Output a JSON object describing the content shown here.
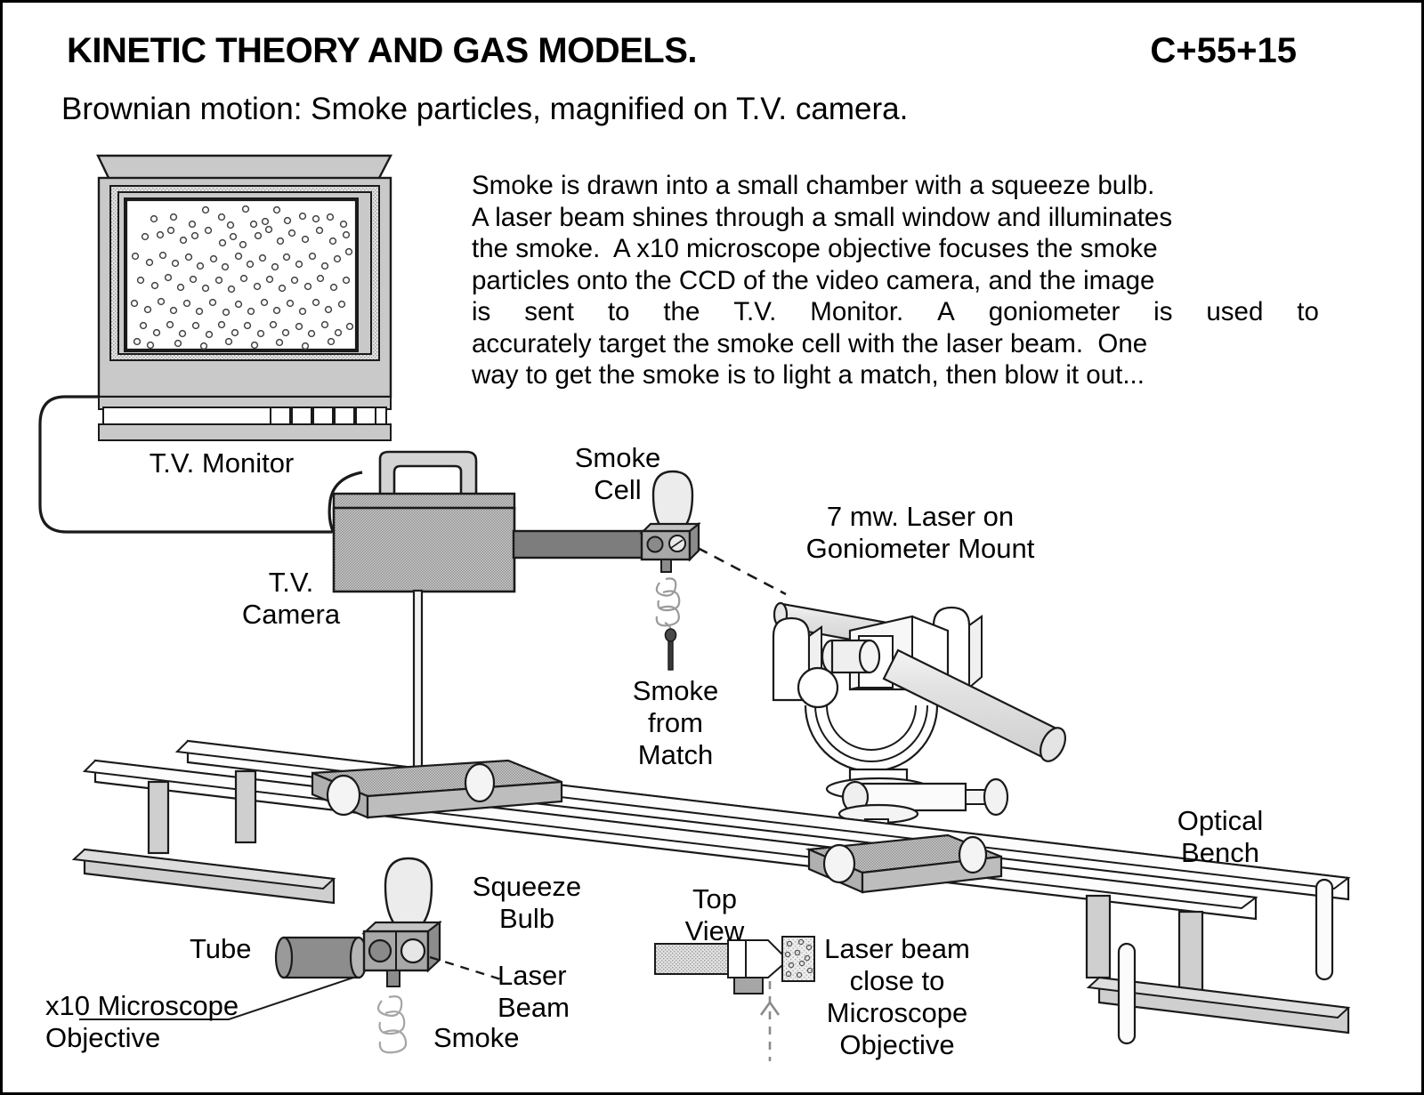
{
  "header": {
    "title": "KINETIC THEORY AND GAS MODELS.",
    "code": "C+55+15",
    "subtitle": "Brownian motion:  Smoke particles, magnified on T.V. camera."
  },
  "description": {
    "lines": [
      "Smoke is drawn into a small chamber with a squeeze bulb.",
      "A laser beam shines through a small window and illuminates",
      "the smoke.  A x10 microscope objective focuses the smoke",
      "particles onto the CCD of the video camera, and the image",
      "is sent to the T.V. Monitor.   A goniometer is used to",
      "accurately target the smoke cell with the laser beam.  One",
      "way to get the smoke is to light a match, then blow it out..."
    ],
    "justified_lines": [
      4
    ]
  },
  "labels": {
    "tv_monitor": "T.V. Monitor",
    "tv_camera": "T.V.\nCamera",
    "smoke_cell": "Smoke\nCell",
    "smoke_from_match": "Smoke\nfrom\nMatch",
    "laser_goniometer": "7 mw. Laser on\nGoniometer Mount",
    "optical_bench": "Optical\nBench",
    "squeeze_bulb": "Squeeze\nBulb",
    "tube": "Tube",
    "microscope_objective": "x10 Microscope\nObjective",
    "laser_beam_smoke_beam": "Laser\nBeam",
    "laser_beam_smoke_smoke": "Smoke",
    "top_view": "Top\nView",
    "laser_close": "Laser beam\nclose to\nMicroscope\nObjective"
  },
  "colors": {
    "ink": "#000000",
    "paper": "#ffffff",
    "gray_light": "#e8e8e8",
    "gray_mid": "#c9c9c9",
    "gray_dither": "#b4b4b4",
    "gray_dark": "#8a8a8a",
    "tube_dark": "#7d7d7d",
    "screen": "#ffffff"
  },
  "monitor": {
    "particle_count": 118,
    "button_count": 5
  }
}
